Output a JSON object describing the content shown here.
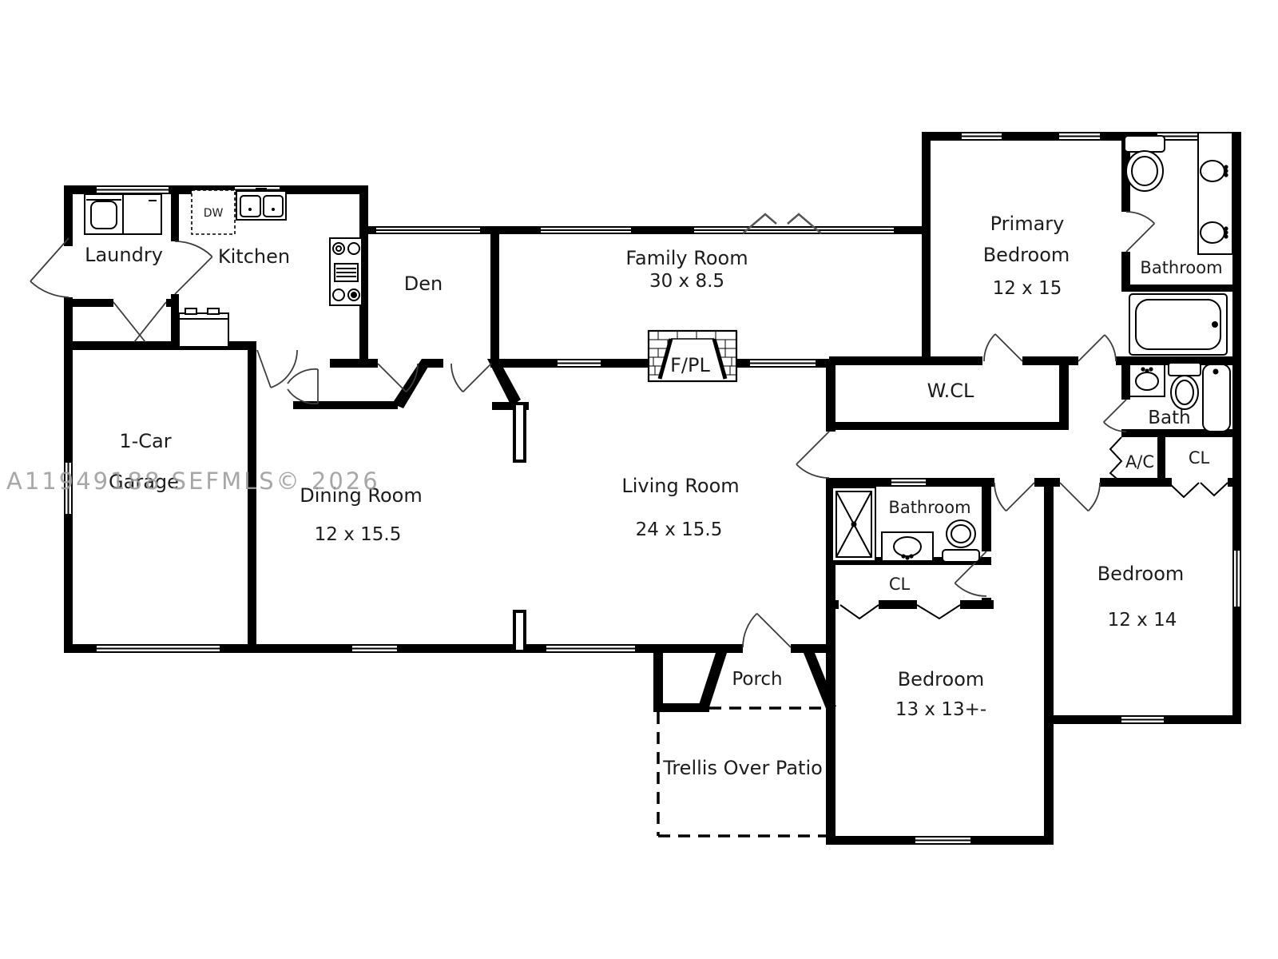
{
  "watermark": "A11949188 SEFMLS© 2026",
  "colors": {
    "walls": "#000000",
    "text": "#1c1c1c",
    "watermark": "#9e9e9e"
  },
  "rooms": {
    "laundry": {
      "name": "Laundry"
    },
    "kitchen": {
      "name": "Kitchen",
      "dishwasher_label": "DW"
    },
    "den": {
      "name": "Den"
    },
    "family_room": {
      "name": "Family Room",
      "dims": "30 x 8.5"
    },
    "primary_bedroom": {
      "name_line1": "Primary",
      "name_line2": "Bedroom",
      "dims": "12 x 15"
    },
    "primary_bathroom": {
      "name": "Bathroom"
    },
    "walk_in_closet": {
      "name": "W.CL"
    },
    "bath": {
      "name": "Bath"
    },
    "ac_closet": {
      "name": "A/C"
    },
    "closet_right": {
      "name": "CL"
    },
    "garage": {
      "name_line1": "1-Car",
      "name_line2": "Garage"
    },
    "dining_room": {
      "name": "Dining Room",
      "dims": "12 x 15.5"
    },
    "living_room": {
      "name": "Living Room",
      "dims": "24 x 15.5"
    },
    "fireplace": {
      "label": "F/PL"
    },
    "hall_bathroom": {
      "name": "Bathroom"
    },
    "hall_closet": {
      "name": "CL"
    },
    "bedroom_rear": {
      "name": "Bedroom",
      "dims": "13 x 13+-"
    },
    "bedroom_right": {
      "name": "Bedroom",
      "dims": "12 x 14"
    },
    "porch": {
      "name": "Porch"
    },
    "trellis": {
      "name": "Trellis Over Patio"
    }
  }
}
